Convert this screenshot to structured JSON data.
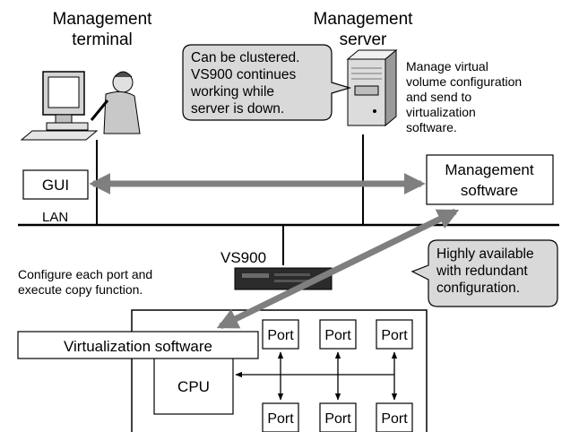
{
  "labels": {
    "terminal_title": [
      "Management",
      "terminal"
    ],
    "server_title": [
      "Management",
      "server"
    ],
    "cluster_note": [
      "Can be clustered.",
      "VS900 continues",
      "working while",
      "server is down."
    ],
    "server_note": [
      "Manage virtual",
      "volume  configuration",
      "and send to",
      "virtualization",
      "software."
    ],
    "gui": "GUI",
    "lan": "LAN",
    "mgmt_software": [
      "Management",
      "software"
    ],
    "vs900": "VS900",
    "ha_note": [
      "Highly available",
      "with redundant",
      "configuration."
    ],
    "port_note": [
      "Configure each port and",
      "execute copy function."
    ],
    "virt_software": "Virtualization software",
    "cpu": "CPU",
    "port": "Port"
  },
  "colors": {
    "arrow": "#7f7f7f",
    "callout_fill": "#d9d9d9",
    "line": "#000000"
  },
  "icons": [
    "computer-user-icon",
    "server-tower-icon",
    "rack-switch-icon"
  ]
}
